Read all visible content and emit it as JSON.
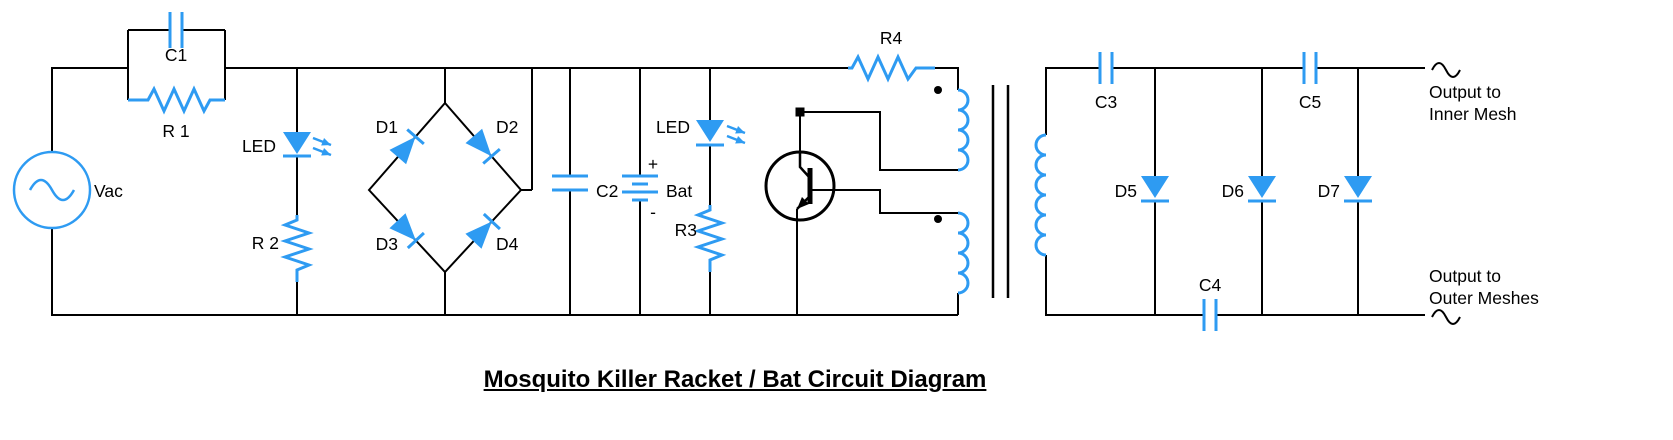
{
  "diagram": {
    "title": "Mosquito Killer Racket / Bat Circuit Diagram"
  },
  "colors": {
    "component_blue": "#2E9BF2",
    "wire_black": "#000000"
  },
  "labels": {
    "vac": "Vac",
    "c1": "C1",
    "r1": "R 1",
    "led1": "LED",
    "r2": "R 2",
    "d1": "D1",
    "d2": "D2",
    "d3": "D3",
    "d4": "D4",
    "c2": "C2",
    "bat_plus": "+",
    "bat": "Bat",
    "bat_minus": "-",
    "led2": "LED",
    "r3": "R3",
    "r4": "R4",
    "c3": "C3",
    "c4": "C4",
    "c5": "C5",
    "d5": "D5",
    "d6": "D6",
    "d7": "D7",
    "output_inner_line1": "Output to",
    "output_inner_line2": "Inner Mesh",
    "output_outer_line1": "Output to",
    "output_outer_line2": "Outer Meshes"
  }
}
